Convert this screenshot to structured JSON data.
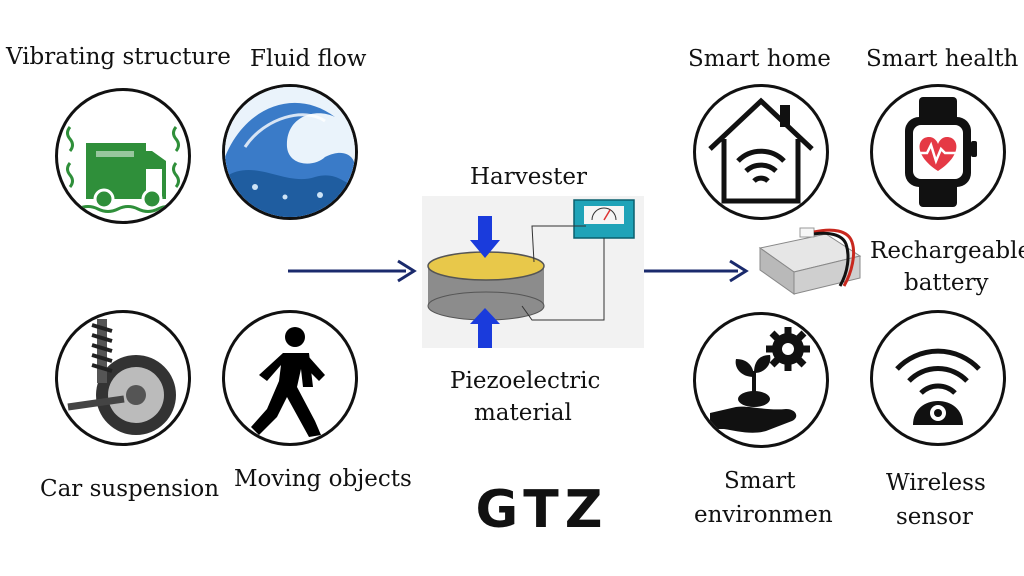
{
  "sources": {
    "vibrating": {
      "label": "Vibrating structure",
      "icon": "truck-vibration-icon"
    },
    "fluid": {
      "label": "Fluid flow",
      "icon": "water-wave-icon"
    },
    "suspension": {
      "label": "Car suspension",
      "icon": "car-suspension-icon"
    },
    "moving": {
      "label": "Moving objects",
      "icon": "walking-person-icon"
    }
  },
  "harvester": {
    "title": "Harvester",
    "material_line1": "Piezoelectric",
    "material_line2": "material",
    "icon": "piezo-disc-icon"
  },
  "applications": {
    "home": {
      "label": "Smart home",
      "icon": "smart-home-icon"
    },
    "health": {
      "label": "Smart health",
      "icon": "smartwatch-heart-icon"
    },
    "battery": {
      "line1": "Rechargeable",
      "line2": "battery",
      "icon": "battery-icon"
    },
    "environment": {
      "line1": "Smart",
      "line2": "environmen",
      "icon": "plant-gear-icon"
    },
    "sensor": {
      "line1": "Wireless",
      "line2": "sensor",
      "icon": "wireless-sensor-icon"
    }
  },
  "watermark": "GTZ",
  "colors": {
    "arrow": "#1a2a6c",
    "piezo_top": "#e8c84a",
    "piezo_side": "#8c8c8c",
    "press_arrow": "#1a3bdc",
    "truck": "#2f8f3a",
    "water": "#3a7bc8",
    "heart": "#e53945"
  }
}
